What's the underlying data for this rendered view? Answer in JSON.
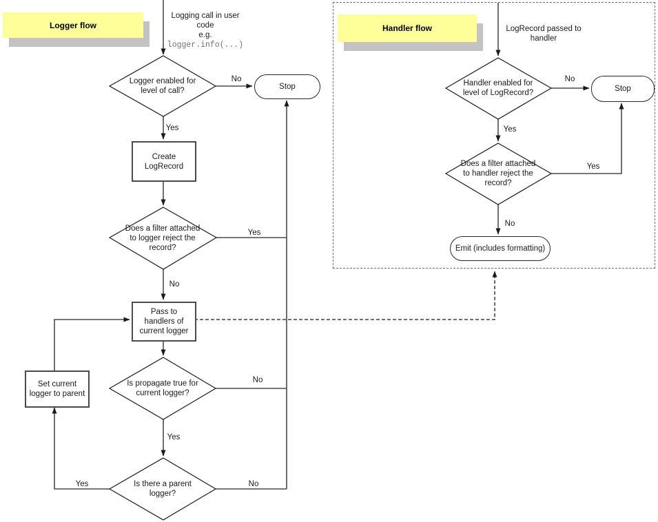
{
  "logger_flow": {
    "title": "Logger flow",
    "entry_label": "Logging call in user\ncode\ne.g.",
    "entry_code": "logger.info(...)",
    "d1_text": "Logger enabled for\nlevel of call?",
    "d1_no": "No",
    "d1_yes": "Yes",
    "stop_label": "Stop",
    "create_box": "Create\nLogRecord",
    "d2_text": "Does a filter attached\nto logger reject the\nrecord?",
    "d2_yes": "Yes",
    "d2_no": "No",
    "pass_box": "Pass to\nhandlers of\ncurrent logger",
    "d3_text": "Is propagate true for\ncurrent logger?",
    "d3_no": "No",
    "d3_yes": "Yes",
    "d4_text": "Is there a parent\nlogger?",
    "d4_yes": "Yes",
    "d4_no": "No",
    "set_parent_box": "Set current\nlogger to parent"
  },
  "handler_flow": {
    "title": "Handler flow",
    "entry_label": "LogRecord passed to\nhandler",
    "h1_text": "Handler enabled for\nlevel of LogRecord?",
    "h1_no": "No",
    "h1_yes": "Yes",
    "stop_label": "Stop",
    "h2_text": "Does a filter attached\nto handler reject the\nrecord?",
    "h2_yes": "Yes",
    "h2_no": "No",
    "emit_box": "Emit (includes formatting)"
  },
  "colors": {
    "sticky_fill": "#ffff99",
    "sticky_shadow": "#c3c3c3",
    "line": "#4a4a4a",
    "shape_stroke": "#262626",
    "mono_text": "#707070"
  }
}
